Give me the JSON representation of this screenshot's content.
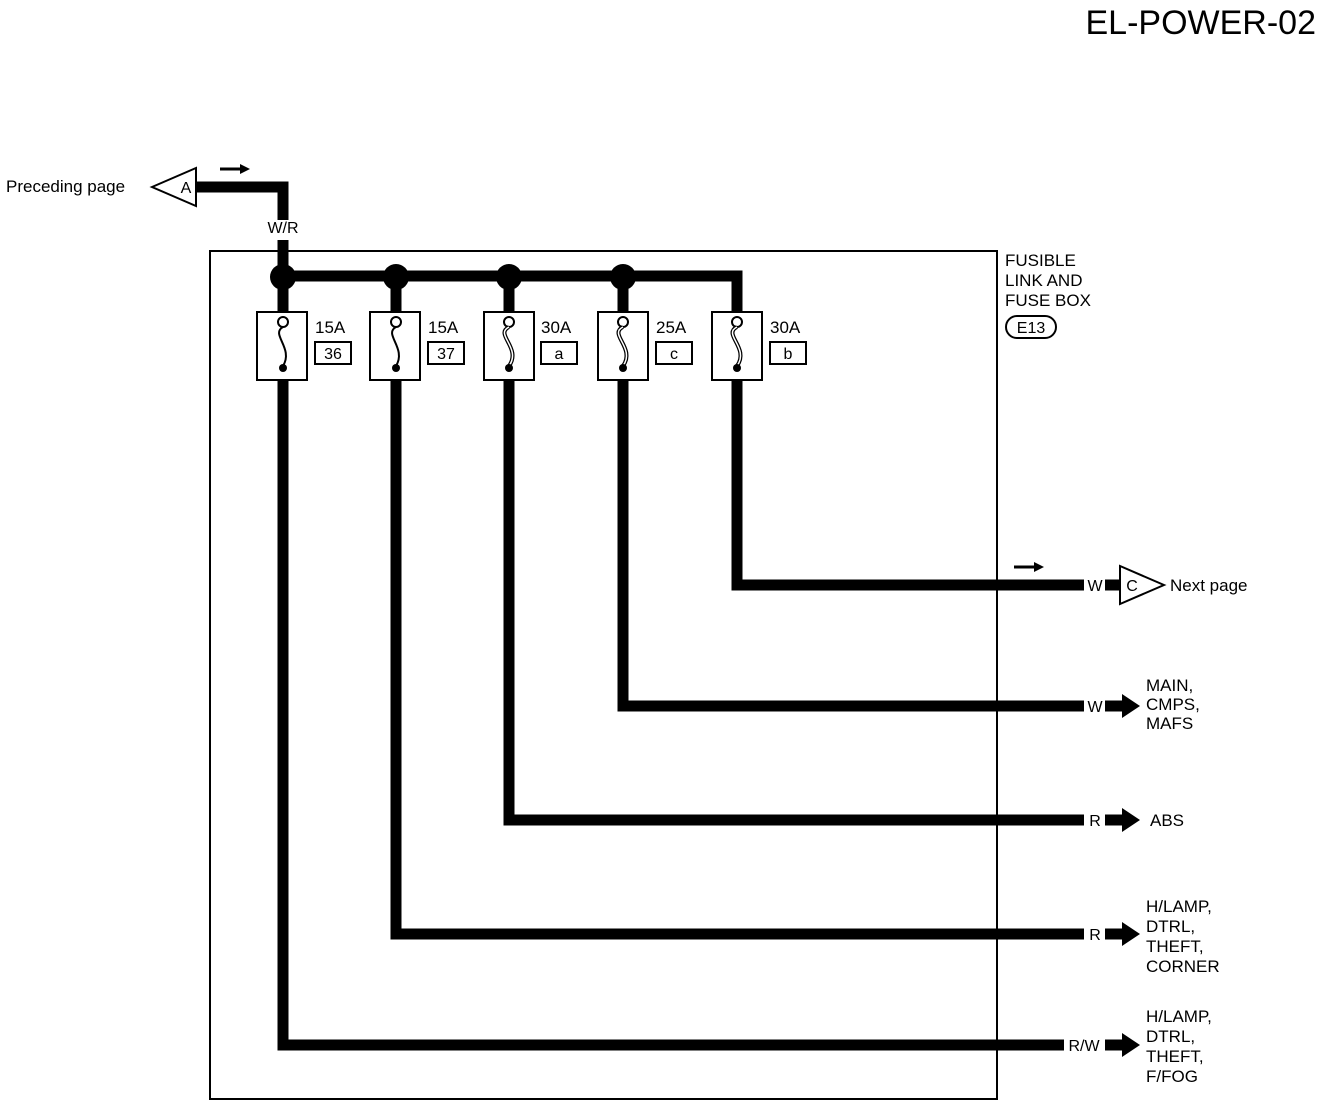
{
  "title": "EL-POWER-02",
  "box": {
    "name_lines": [
      "FUSIBLE",
      "LINK AND",
      "FUSE BOX"
    ],
    "connector": "E13"
  },
  "input": {
    "label": "Preceding page",
    "connector": "A",
    "wire_color": "W/R"
  },
  "fuses": [
    {
      "rating": "15A",
      "id": "36"
    },
    {
      "rating": "15A",
      "id": "37"
    },
    {
      "rating": "30A",
      "id": "a"
    },
    {
      "rating": "25A",
      "id": "c"
    },
    {
      "rating": "30A",
      "id": "b"
    }
  ],
  "outputs": [
    {
      "wire_color": "W",
      "connector": "C",
      "destination_lines": [
        "Next page"
      ]
    },
    {
      "wire_color": "W",
      "destination_lines": [
        "MAIN,",
        "CMPS,",
        "MAFS"
      ]
    },
    {
      "wire_color": "R",
      "destination_lines": [
        "ABS"
      ]
    },
    {
      "wire_color": "R",
      "destination_lines": [
        "H/LAMP,",
        "DTRL,",
        "THEFT,",
        "CORNER"
      ]
    },
    {
      "wire_color": "R/W",
      "destination_lines": [
        "H/LAMP,",
        "DTRL,",
        "THEFT,",
        "F/FOG"
      ]
    }
  ]
}
